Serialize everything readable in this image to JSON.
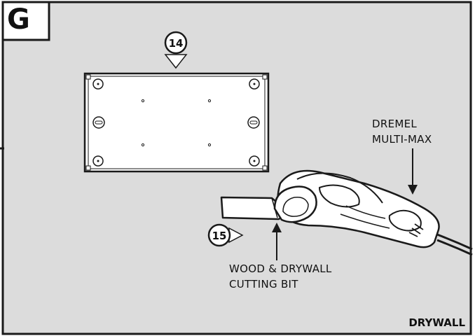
{
  "panel": {
    "letter": "G",
    "surface_label": "DRYWALL"
  },
  "colors": {
    "background": "#dcdcdc",
    "paper": "#ffffff",
    "ink": "#1a1a1a"
  },
  "callouts": {
    "plate": "14",
    "cut": "15"
  },
  "tool": {
    "line1": "DREMEL",
    "line2": "MULTI-MAX"
  },
  "bit": {
    "line1": "WOOD & DRYWALL",
    "line2": "CUTTING BIT"
  },
  "icons": [
    "callout-14-icon",
    "callout-15-icon",
    "arrow-down-icon",
    "arrow-up-icon",
    "screw-icon",
    "oscillating-tool-icon",
    "blade-icon"
  ]
}
